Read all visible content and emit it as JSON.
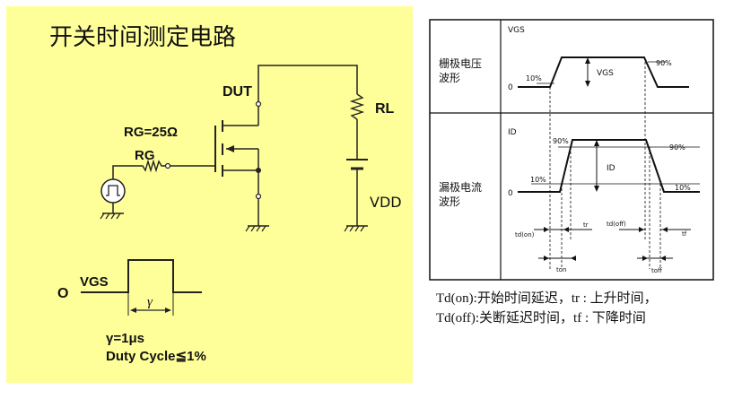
{
  "left_panel": {
    "title": "开关时间测定电路",
    "background": "#ffff99",
    "labels": {
      "dut": "DUT",
      "rl": "RL",
      "rg_value": "RG=25Ω",
      "rg": "RG",
      "vdd": "VDD"
    },
    "pulse": {
      "zero": "O",
      "vgs": "VGS",
      "gamma": "γ",
      "gamma_value": "γ=1μs",
      "duty": "Duty Cycle≦1%"
    }
  },
  "right_panel": {
    "gate_label_1": "栅极电压",
    "gate_label_2": "波形",
    "drain_label_1": "漏极电流",
    "drain_label_2": "波形",
    "vgs_axis": "VGS",
    "vgs_mid": "VGS",
    "pct10_top": "10%",
    "pct90_top": "90%",
    "zero_top": "0",
    "id_axis": "ID",
    "id_mid": "ID",
    "pct90_left": "90%",
    "pct90_right": "90%",
    "pct10_left": "10%",
    "pct10_right": "10%",
    "zero_bottom": "0",
    "td_on": "td(on)",
    "tr": "tr",
    "td_off": "td(off)",
    "tf": "tf",
    "t_on": "ton",
    "t_off": "toff"
  },
  "caption": {
    "line1": "Td(on):开始时间延迟，tr : 上升时间，",
    "line2": "Td(off):关断延迟时间，tf : 下降时间"
  }
}
